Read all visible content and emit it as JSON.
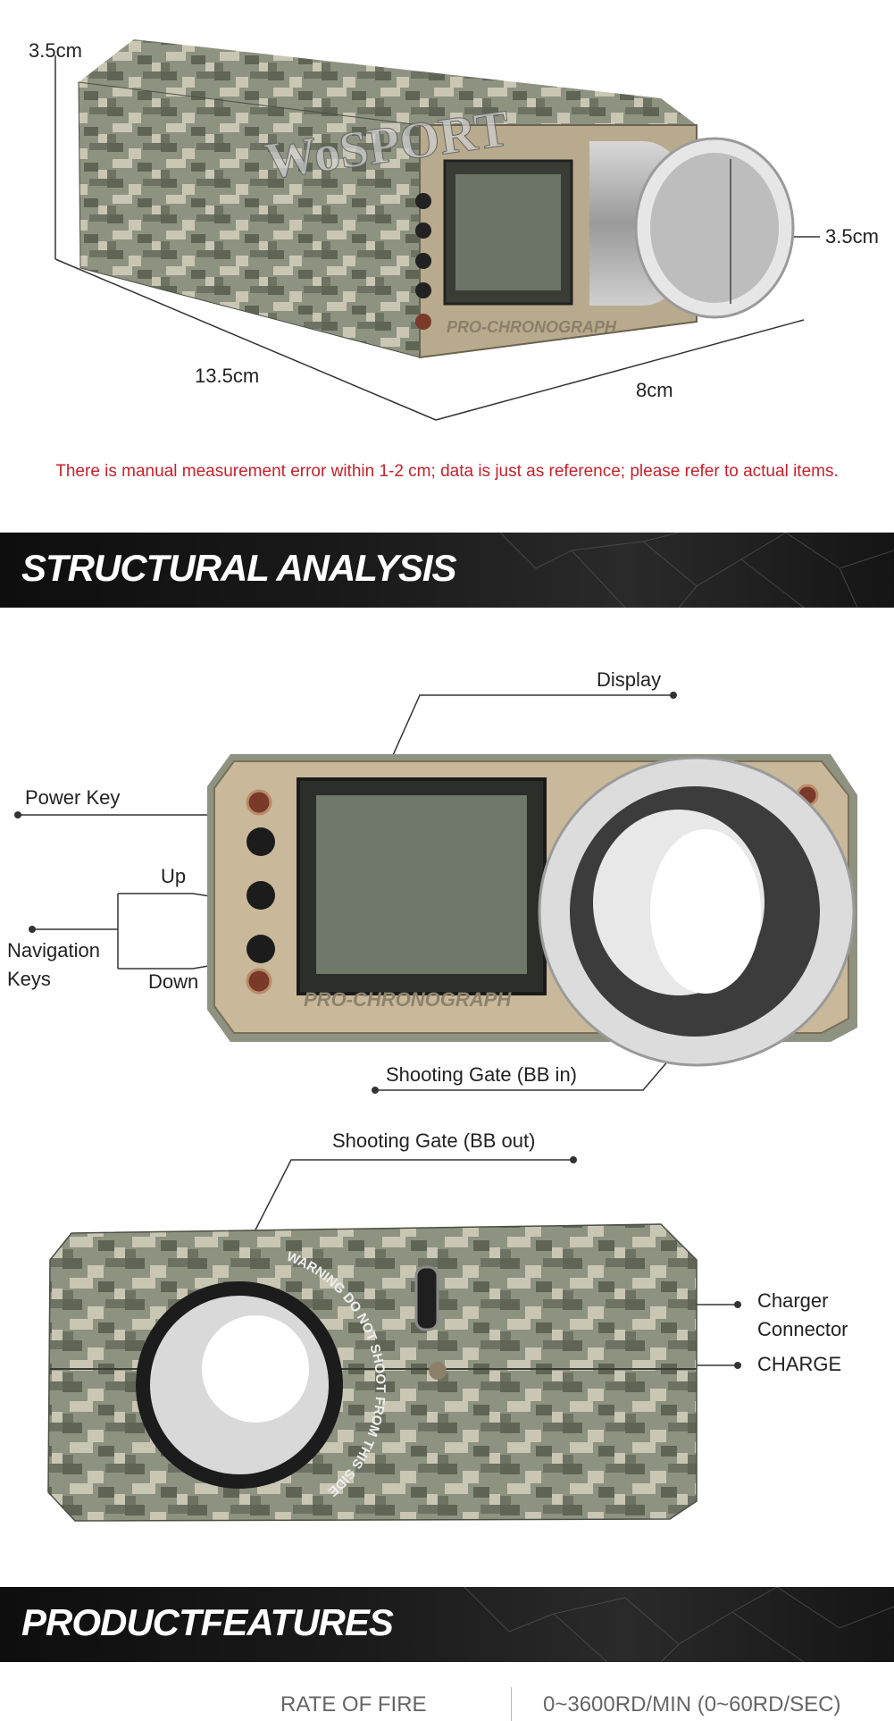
{
  "dimensions": {
    "height_left": "3.5cm",
    "diameter_right": "3.5cm",
    "length": "13.5cm",
    "width": "8cm"
  },
  "note": "There is manual measurement error within 1-2 cm; data is just as reference; please refer to actual items.",
  "brand_watermark": "WoSPORT",
  "device_label": "PRO-CHRONOGRAPH",
  "structural": {
    "title": "STRUCTURAL ANALYSIS",
    "labels": {
      "display": "Display",
      "power_key": "Power Key",
      "up": "Up",
      "navigation_keys": "Navigation\nKeys",
      "down": "Down",
      "gate_in": "Shooting Gate (BB in)",
      "gate_out": "Shooting Gate (BB out)",
      "charger": "Charger\nConnector",
      "charge": "CHARGE"
    },
    "rear_warning": "WARNING DO NOT SHOOT FROM THIS SIDE"
  },
  "features": {
    "title": "PRODUCTFEATURES",
    "rows": [
      {
        "label": "RATE OF FIRE",
        "value": "0~3600RD/MIN (0~60RD/SEC)"
      }
    ]
  },
  "colors": {
    "camo_dark": "#5f6455",
    "camo_mid": "#8e9280",
    "camo_light": "#c9c7b4",
    "faceplate": "#c9b99a",
    "note_red": "#c8202a",
    "banner_bg": "#151515"
  }
}
